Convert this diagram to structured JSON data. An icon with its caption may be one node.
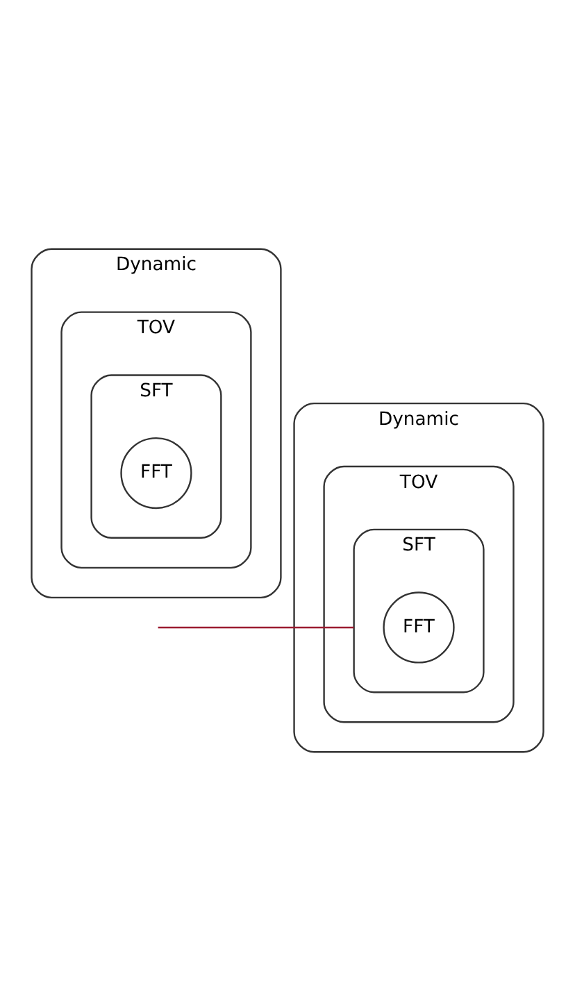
{
  "diagram": {
    "nodes": [
      {
        "text": [
          "Dynamic"
        ]
      },
      {
        "text": [
          "TOV"
        ],
        "in": 0
      },
      {
        "text": [
          "SFT"
        ],
        "in": 1
      },
      {
        "text": [
          "FFT"
        ],
        "in": 2
      },
      {
        "text": [
          "Dynamic"
        ]
      },
      {
        "text": [
          "TOV"
        ],
        "in": 4
      },
      {
        "text": [
          "SFT"
        ],
        "in": 5
      },
      {
        "text": [
          "FFT"
        ],
        "in": 6
      }
    ],
    "edges": [
      {
        "from": null,
        "to": 2,
        "arrow": "none",
        "color": "#9b1b30"
      }
    ]
  }
}
